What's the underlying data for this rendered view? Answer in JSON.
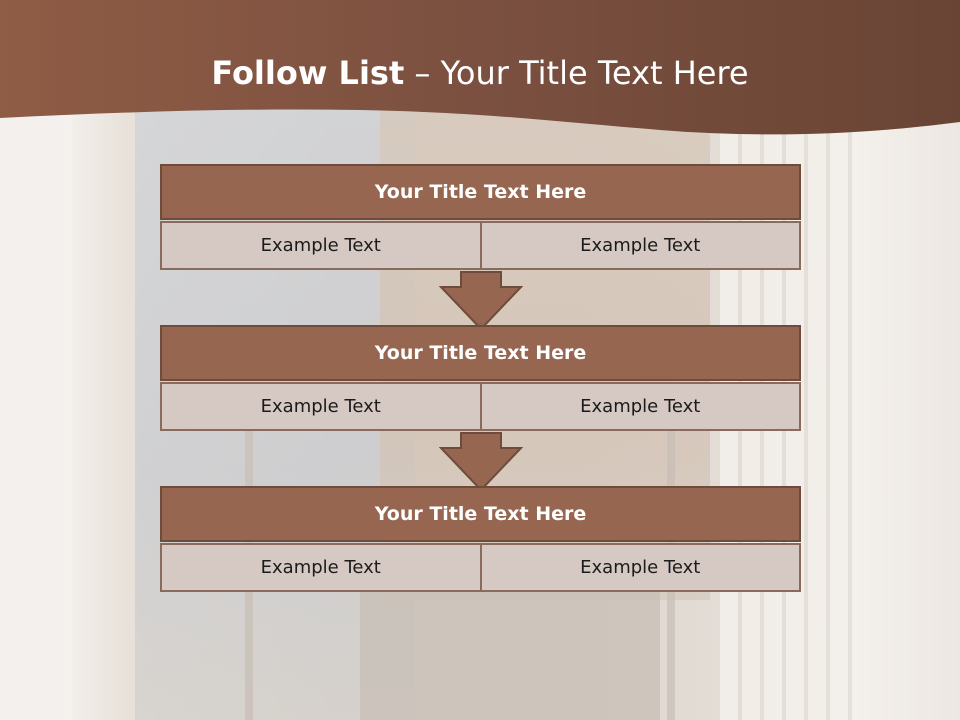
{
  "slide": {
    "title_bold": "Follow List",
    "title_rest": " – Your Title Text Here",
    "accent_color": "#976650",
    "header_color": "#7c5240",
    "cell_color": "#d6c9c4"
  },
  "steps": [
    {
      "title": "Your Title Text Here",
      "left": "Example Text",
      "right": "Example Text"
    },
    {
      "title": "Your Title Text Here",
      "left": "Example Text",
      "right": "Example Text"
    },
    {
      "title": "Your Title Text Here",
      "left": "Example Text",
      "right": "Example Text"
    }
  ],
  "icons": [
    "down-arrow-icon",
    "down-arrow-icon"
  ]
}
